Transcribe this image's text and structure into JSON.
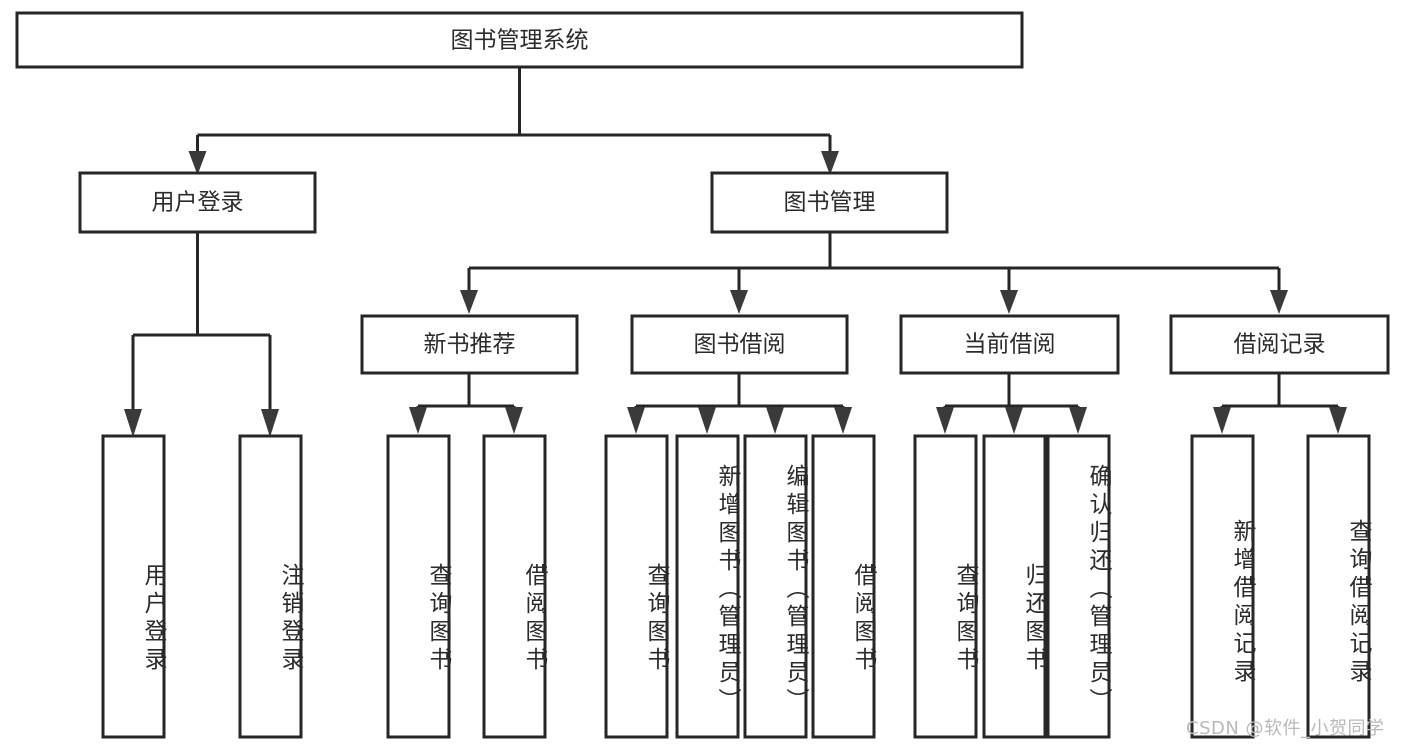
{
  "diagram": {
    "title": "图书管理系统",
    "type": "tree",
    "watermark": "CSDN @软件_小贺同学",
    "colors": {
      "box_fill": "#ffffff",
      "box_stroke": "#262626",
      "text": "#2b2b2b",
      "arrow": "#3a3a3a",
      "background": "#ffffff",
      "watermark": "#b9b9b9"
    },
    "root": {
      "label": "图书管理系统"
    },
    "level2": [
      {
        "label": "用户登录"
      },
      {
        "label": "图书管理"
      }
    ],
    "level3": [
      {
        "label": "新书推荐"
      },
      {
        "label": "图书借阅"
      },
      {
        "label": "当前借阅"
      },
      {
        "label": "借阅记录"
      }
    ],
    "leaves": {
      "user_login": [
        {
          "label": "用户登录"
        },
        {
          "label": "注销登录"
        }
      ],
      "new_book_recommend": [
        {
          "label": "查询图书"
        },
        {
          "label": "借阅图书"
        }
      ],
      "book_borrow": [
        {
          "label": "查询图书"
        },
        {
          "label": "新增图书（管理员）"
        },
        {
          "label": "编辑图书（管理员）"
        },
        {
          "label": "借阅图书"
        }
      ],
      "current_borrow": [
        {
          "label": "查询图书"
        },
        {
          "label": "归还图书"
        },
        {
          "label": "确认归还（管理员）"
        }
      ],
      "borrow_record": [
        {
          "label": "新增借阅记录"
        },
        {
          "label": "查询借阅记录"
        }
      ]
    }
  }
}
